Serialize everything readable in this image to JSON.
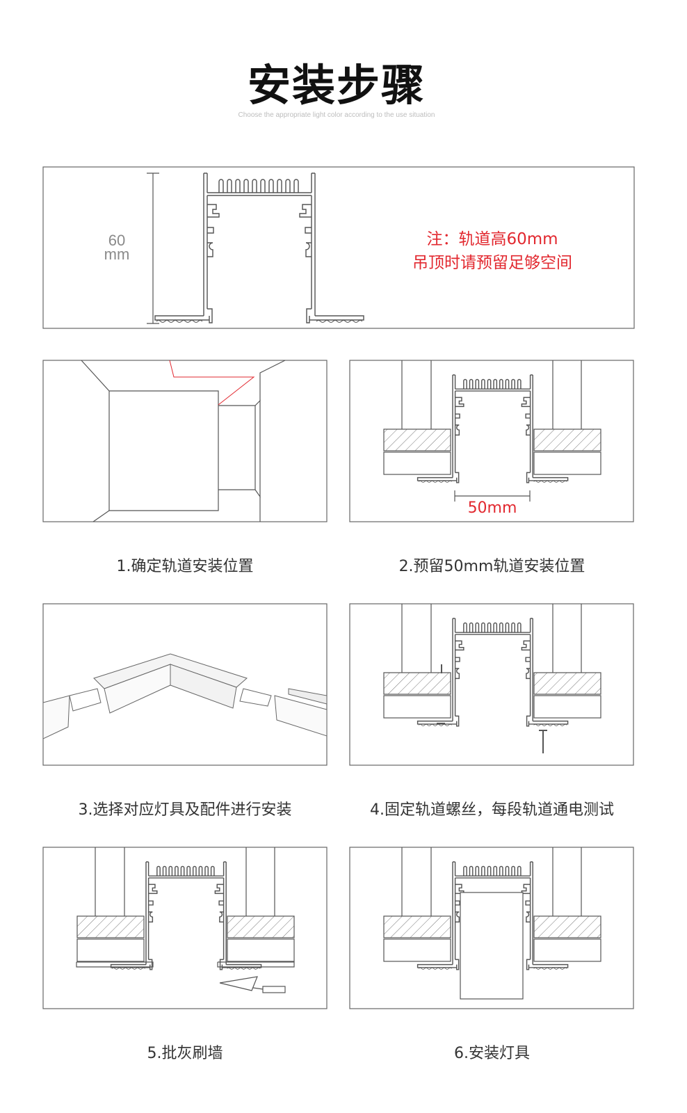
{
  "header": {
    "title": "安装步骤",
    "subtitle": "Choose the appropriate light color according to the use situation"
  },
  "overview": {
    "height_value": "60",
    "height_unit": "mm",
    "note_line1": "注：轨道高60mm",
    "note_line2": "吊顶时请预留足够空间"
  },
  "steps": [
    {
      "caption": "1.确定轨道安装位置"
    },
    {
      "caption": "2.预留50mm轨道安装位置",
      "dimension": "50mm"
    },
    {
      "caption": "3.选择对应灯具及配件进行安装"
    },
    {
      "caption": "4.固定轨道螺丝，每段轨道通电测试"
    },
    {
      "caption": "5.批灰刷墙"
    },
    {
      "caption": "6.安装灯具"
    }
  ],
  "colors": {
    "accent_red": "#e2282f",
    "line": "#555555",
    "text": "#333333"
  }
}
